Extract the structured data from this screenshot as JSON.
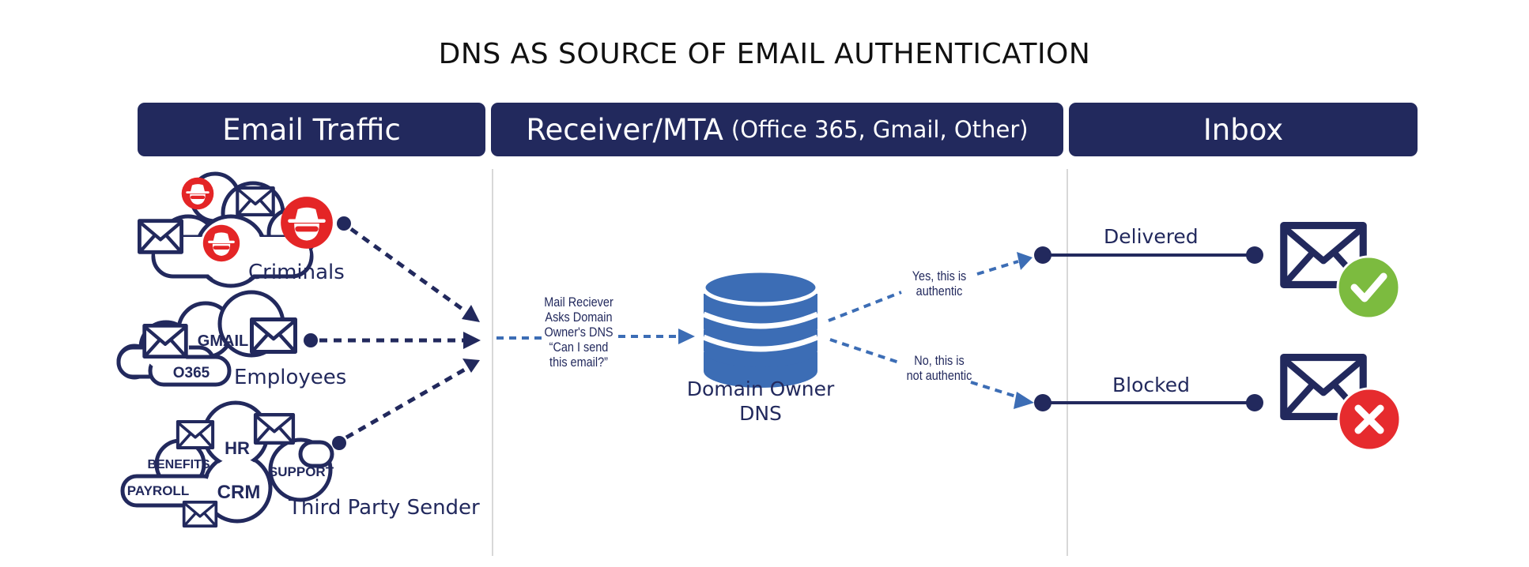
{
  "title": "DNS AS SOURCE OF EMAIL AUTHENTICATION",
  "headers": {
    "email_traffic": "Email Traffic",
    "receiver": "Receiver/MTA",
    "receiver_sub": "(Office 365, Gmail, Other)",
    "inbox": "Inbox"
  },
  "sources": {
    "criminals": "Criminals",
    "employees": "Employees",
    "employee_tags": [
      "GMAIL",
      "O365"
    ],
    "third_party": "Third Party Sender",
    "third_party_tags": [
      "HR",
      "BENEFITS",
      "SUPPORT",
      "PAYROLL",
      "CRM"
    ]
  },
  "receiver_question": [
    "Mail Reciever",
    "Asks Domain",
    "Owner's DNS",
    "“Can I send",
    "this email?”"
  ],
  "dns_label": [
    "Domain Owner",
    "DNS"
  ],
  "answers": {
    "yes": [
      "Yes, this is",
      "authentic"
    ],
    "no": [
      "No, this is",
      "not authentic"
    ]
  },
  "outcomes": {
    "delivered": "Delivered",
    "blocked": "Blocked"
  },
  "colors": {
    "navy": "#22295d",
    "blue": "#3c6db5",
    "criminal_red": "#e42526",
    "check_green": "#7cbb3f",
    "x_red": "#e62b2e"
  },
  "icons": [
    "cloud-icon",
    "envelope-icon",
    "hacker-icon",
    "database-icon",
    "check-icon",
    "x-icon"
  ]
}
